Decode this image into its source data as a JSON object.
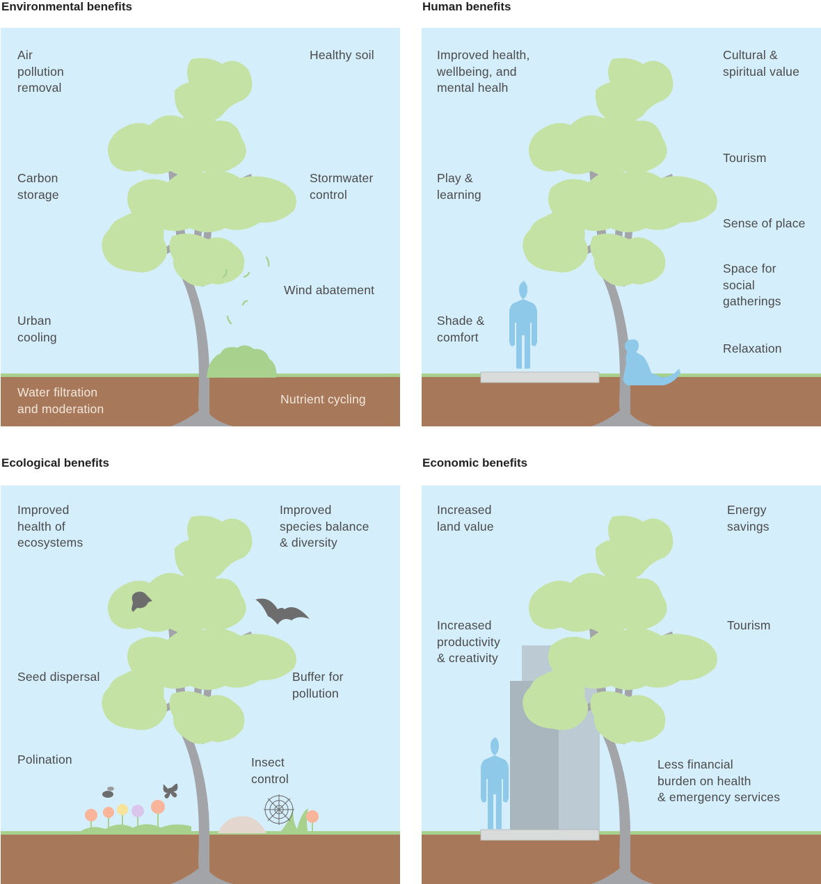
{
  "panels": {
    "environmental": {
      "title": "Environmental benefits",
      "labels": {
        "air": "Air\npollution\nremoval",
        "soil": "Healthy soil",
        "carbon": "Carbon\nstorage",
        "stormwater": "Stormwater\ncontrol",
        "wind": "Wind abatement",
        "cooling": "Urban\ncooling",
        "water": "Water filtration\nand moderation",
        "nutrient": "Nutrient cycling"
      }
    },
    "human": {
      "title": "Human benefits",
      "labels": {
        "health": "Improved health,\nwellbeing, and\nmental healh",
        "cultural": "Cultural &\nspiritual value",
        "tourism": "Tourism",
        "play": "Play &\nlearning",
        "place": "Sense of place",
        "social": "Space for\nsocial\ngatherings",
        "shade": "Shade &\ncomfort",
        "relax": "Relaxation"
      }
    },
    "ecological": {
      "title": "Ecological benefits",
      "labels": {
        "ecosystems": "Improved\nhealth of\necosystems",
        "species": "Improved\nspecies balance\n& diversity",
        "seed": "Seed dispersal",
        "buffer": "Buffer for\npollution",
        "polination": "Polination",
        "insect": "Insect\ncontrol"
      }
    },
    "economic": {
      "title": "Economic benefits",
      "labels": {
        "land": "Increased\nland value",
        "energy": "Energy\nsavings",
        "productivity": "Increased\nproductivity\n& creativity",
        "tourism": "Tourism",
        "financial": "Less financial\nburden on health\n& emergency services"
      }
    }
  },
  "colors": {
    "sky": "#d4eefb",
    "soil": "#a8785a",
    "grass": "#a9d18e",
    "foliage": "#c5e2a5",
    "trunk": "#a2a4a8",
    "person": "#8ec9ea",
    "building_front": "#a9b6be",
    "building_back": "#bccbd3",
    "platform": "#dadcdc"
  },
  "icons": [
    "tree-icon",
    "person-standing-icon",
    "person-sitting-icon",
    "bird-icon",
    "bat-icon",
    "bee-icon",
    "butterfly-icon",
    "spiderweb-icon",
    "flower-icon",
    "rock-icon",
    "shrub-icon",
    "falling-leaf-icon",
    "building-icon"
  ]
}
